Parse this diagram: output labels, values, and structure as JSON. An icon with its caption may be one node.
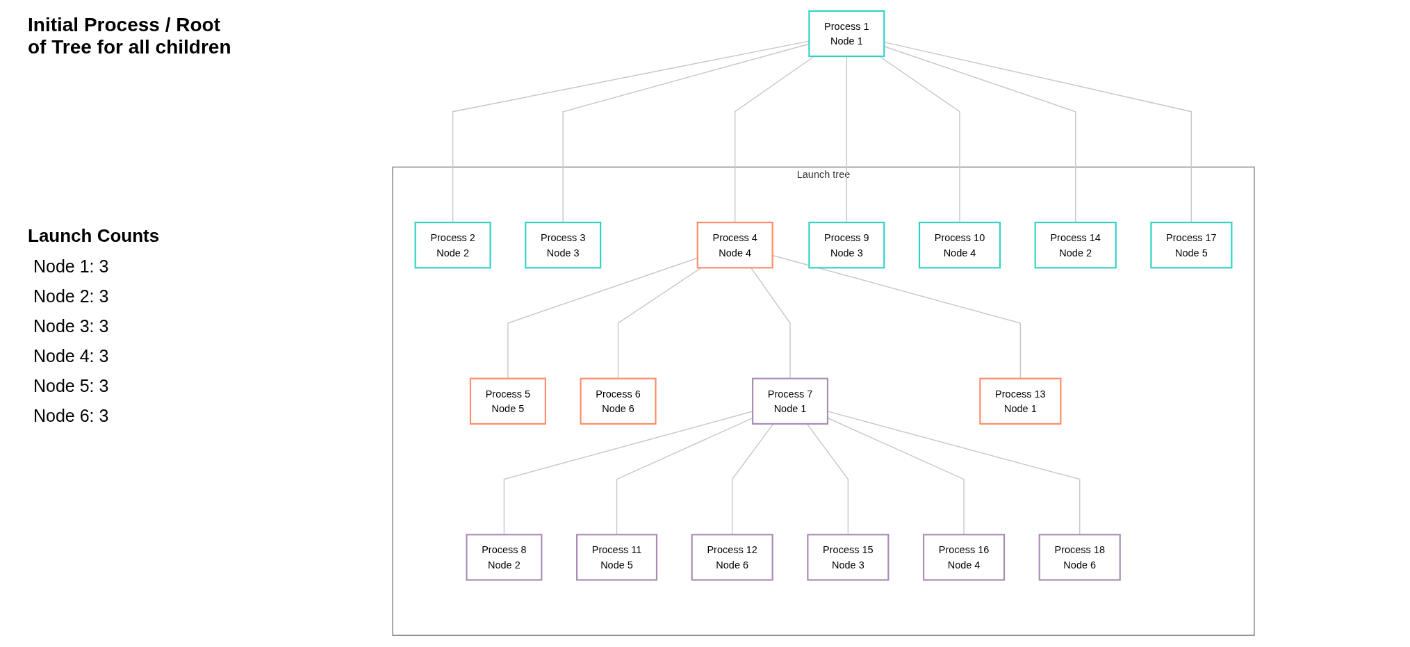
{
  "diagram": {
    "nodes": [
      {
        "text": [
          "Process 1",
          "Node 1"
        ]
      },
      {
        "text": [
          "Launch tree"
        ]
      },
      {
        "text": [
          "Process 2",
          "Node 2"
        ],
        "in": 1
      },
      {
        "text": [
          "Process 3",
          "Node 3"
        ],
        "in": 1
      },
      {
        "text": [
          "Process 4",
          "Node 4"
        ],
        "in": 1
      },
      {
        "text": [
          "Process 9",
          "Node 3"
        ],
        "in": 1
      },
      {
        "text": [
          "Process 10",
          "Node 4"
        ],
        "in": 1
      },
      {
        "text": [
          "Process 14",
          "Node 2"
        ],
        "in": 1
      },
      {
        "text": [
          "Process 17",
          "Node 5"
        ],
        "in": 1
      },
      {
        "text": [
          "Process 5",
          "Node 5"
        ],
        "in": 1
      },
      {
        "text": [
          "Process 6",
          "Node 6"
        ],
        "in": 1
      },
      {
        "text": [
          "Process 7",
          "Node 1"
        ],
        "in": 1
      },
      {
        "text": [
          "Process 13",
          "Node 1"
        ],
        "in": 1
      },
      {
        "text": [
          "Process 8",
          "Node 2"
        ],
        "in": 1
      },
      {
        "text": [
          "Process 11",
          "Node 5"
        ],
        "in": 1
      },
      {
        "text": [
          "Process 12",
          "Node 6"
        ],
        "in": 1
      },
      {
        "text": [
          "Process 15",
          "Node 3"
        ],
        "in": 1
      },
      {
        "text": [
          "Process 16",
          "Node 4"
        ],
        "in": 1
      },
      {
        "text": [
          "Process 18",
          "Node 6"
        ],
        "in": 1
      }
    ],
    "edges": [
      {
        "from": 0,
        "to": 2,
        "arrow": "none"
      },
      {
        "from": 0,
        "to": 3,
        "arrow": "none"
      },
      {
        "from": 0,
        "to": 4,
        "arrow": "none"
      },
      {
        "from": 0,
        "to": 5,
        "arrow": "none"
      },
      {
        "from": 0,
        "to": 6,
        "arrow": "none"
      },
      {
        "from": 0,
        "to": 7,
        "arrow": "none"
      },
      {
        "from": 0,
        "to": 8,
        "arrow": "none"
      },
      {
        "from": 4,
        "to": 9,
        "arrow": "none"
      },
      {
        "from": 4,
        "to": 10,
        "arrow": "none"
      },
      {
        "from": 4,
        "to": 11,
        "arrow": "none"
      },
      {
        "from": 4,
        "to": 12,
        "arrow": "none"
      },
      {
        "from": 11,
        "to": 13,
        "arrow": "none"
      },
      {
        "from": 11,
        "to": 14,
        "arrow": "none"
      },
      {
        "from": 11,
        "to": 15,
        "arrow": "none"
      },
      {
        "from": 11,
        "to": 16,
        "arrow": "none"
      },
      {
        "from": 11,
        "to": 17,
        "arrow": "none"
      },
      {
        "from": 11,
        "to": 18,
        "arrow": "none"
      }
    ],
    "labels": [
      "Initial Process / Root of Tree for all children",
      "Launch Counts",
      "Node 1: 3",
      "Node 2: 3",
      "Node 3: 3",
      "Node 4: 3",
      "Node 5: 3",
      "Node 6: 3"
    ]
  }
}
